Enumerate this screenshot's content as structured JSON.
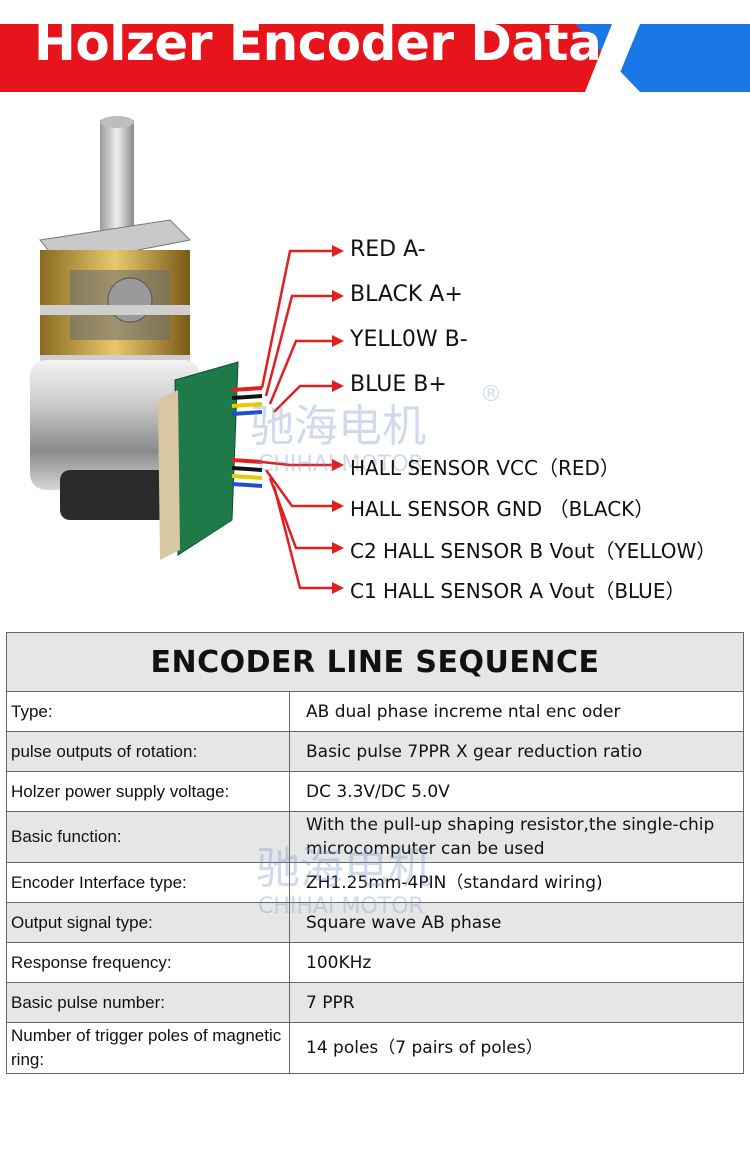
{
  "header": {
    "title": "Holzer Encoder Data",
    "colors": {
      "red": "#e8141b",
      "blue": "#1a78e6"
    }
  },
  "wires": [
    "RED A-",
    "BLACK A+",
    "YELL0W B-",
    "BLUE B+",
    "HALL SENSOR VCC（RED）",
    "HALL SENSOR GND （BLACK）",
    "C2 HALL SENSOR B Vout（YELLOW）",
    "C1 HALL SENSOR A Vout（BLUE）"
  ],
  "watermark": {
    "cn": "驰海电机",
    "en": "CHIHAI MOTOR",
    "reg": "®"
  },
  "table": {
    "title": "ENCODER LINE SEQUENCE",
    "rows": [
      {
        "label": "Type:",
        "value": "AB dual phase increme ntal enc oder"
      },
      {
        "label": "pulse outputs of rotation:",
        "value": "Basic pulse 7PPR X gear reduction ratio"
      },
      {
        "label": "Holzer power supply voltage:",
        "value": "DC 3.3V/DC 5.0V"
      },
      {
        "label": "Basic function:",
        "value": "With the pull-up shaping resistor,the single-chip microcomputer can be used"
      },
      {
        "label": "Encoder Interface type:",
        "value": "ZH1.25mm-4PIN（standard wiring)"
      },
      {
        "label": "Output signal type:",
        "value": "Square wave AB phase"
      },
      {
        "label": "Response frequency:",
        "value": "100KHz"
      },
      {
        "label": "Basic pulse number:",
        "value": "7 PPR"
      },
      {
        "label": "Number of trigger poles of magnetic ring:",
        "value": "14 poles（7 pairs of poles）"
      }
    ]
  }
}
